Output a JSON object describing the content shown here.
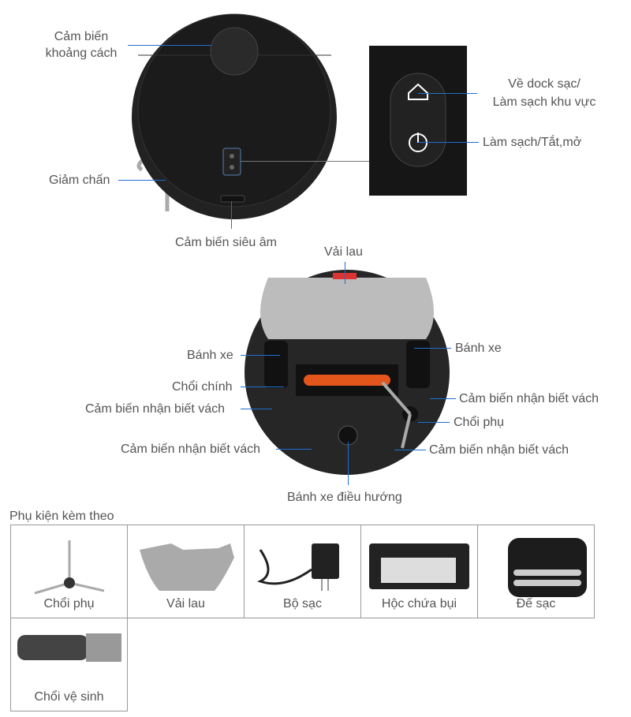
{
  "top_labels": {
    "distance_sensor_1": "Cảm biến",
    "distance_sensor_2": "khoảng cách",
    "bumper": "Giảm chấn",
    "ultrasonic_sensor": "Cảm biến siêu âm",
    "dock_1": "Về dock sạc/",
    "dock_2": "Làm sạch khu vực",
    "power": "Làm sạch/Tắt,mở"
  },
  "bottom_labels": {
    "mop": "Vải lau",
    "wheel_left": "Bánh xe",
    "wheel_right": "Bánh xe",
    "main_brush": "Chổi chính",
    "cliff_left": "Cảm biến nhận biết vách",
    "cliff_right": "Cảm biến nhận biết vách",
    "side_brush": "Chổi phụ",
    "cliff_left_bottom": "Cảm biến nhận biết vách",
    "cliff_right_bottom": "Cảm biến nhận biết vách",
    "caster": "Bánh xe điều hướng"
  },
  "accessories": {
    "title": "Phụ kiện kèm theo",
    "items": [
      "Chổi phụ",
      "Vải lau",
      "Bộ sạc",
      "Hộc chứa bụi",
      "Đế sạc",
      "Chổi vệ sinh"
    ]
  }
}
